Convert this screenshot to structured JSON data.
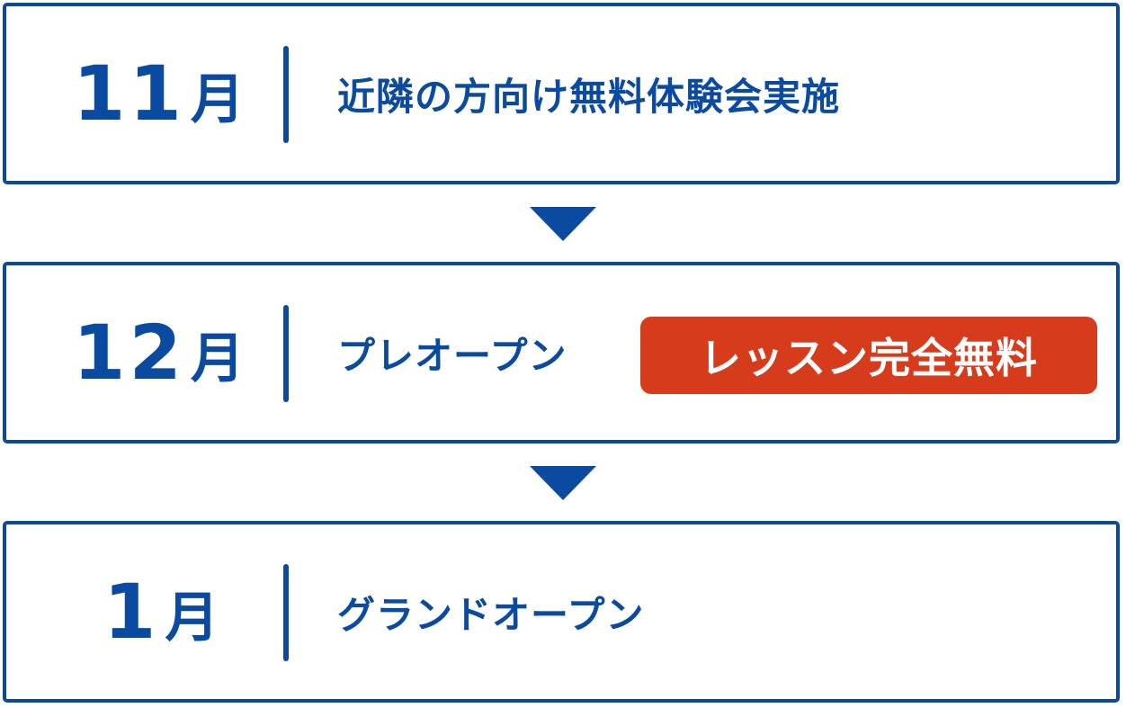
{
  "steps": [
    {
      "month_number": "11",
      "month_unit": "月",
      "label": "近隣の方向け無料体験会実施",
      "badge": ""
    },
    {
      "month_number": "12",
      "month_unit": "月",
      "label": "プレオープン",
      "badge": "レッスン完全無料"
    },
    {
      "month_number": "1",
      "month_unit": "月",
      "label": "グランドオープン",
      "badge": ""
    }
  ],
  "colors": {
    "primary": "#0a4aa0",
    "badge": "#d63b1c",
    "background": "#ffffff"
  },
  "icons": [
    "down-triangle-arrow-icon",
    "down-triangle-arrow-icon"
  ]
}
